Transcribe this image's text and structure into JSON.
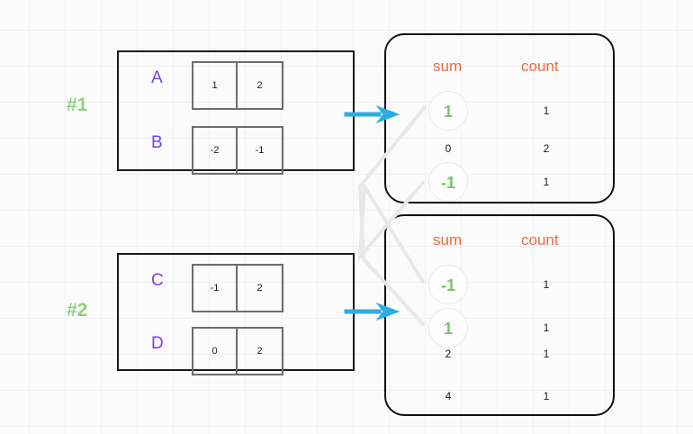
{
  "diagram": {
    "title": "aggregation-merge-diagram",
    "colors": {
      "marker": "#8ed27b",
      "row_label": "#7b3fe4",
      "header": "#ec6a42",
      "highlight": "#79c36c",
      "arrow": "#2eaddf",
      "connector": "#e8e8e8",
      "box_border": "#1b1b1b",
      "cell_border": "#6d6d6d",
      "grid": "#f1f1f1",
      "background": "#fbfbfb"
    },
    "sections": [
      {
        "marker": "#1"
      },
      {
        "marker": "#2"
      }
    ],
    "input_boxes": [
      {
        "id": "box-1",
        "rows": [
          {
            "label": "A",
            "cells": [
              "1",
              "2"
            ]
          },
          {
            "label": "B",
            "cells": [
              "-2",
              "-1"
            ]
          }
        ]
      },
      {
        "id": "box-2",
        "rows": [
          {
            "label": "C",
            "cells": [
              "-1",
              "2"
            ]
          },
          {
            "label": "D",
            "cells": [
              "0",
              "2"
            ]
          }
        ]
      }
    ],
    "panels": [
      {
        "id": "panel-1",
        "headers": {
          "sum": "sum",
          "count": "count"
        },
        "rows": [
          {
            "sum": "1",
            "count": "1",
            "highlight": true
          },
          {
            "sum": "0",
            "count": "2",
            "highlight": false
          },
          {
            "sum": "-1",
            "count": "1",
            "highlight": true
          }
        ]
      },
      {
        "id": "panel-2",
        "headers": {
          "sum": "sum",
          "count": "count"
        },
        "rows": [
          {
            "sum": "-1",
            "count": "1",
            "highlight": true
          },
          {
            "sum": "1",
            "count": "1",
            "highlight": true
          },
          {
            "sum": "2",
            "count": "1",
            "highlight": false
          },
          {
            "sum": "4",
            "count": "1",
            "highlight": false
          }
        ]
      }
    ]
  }
}
